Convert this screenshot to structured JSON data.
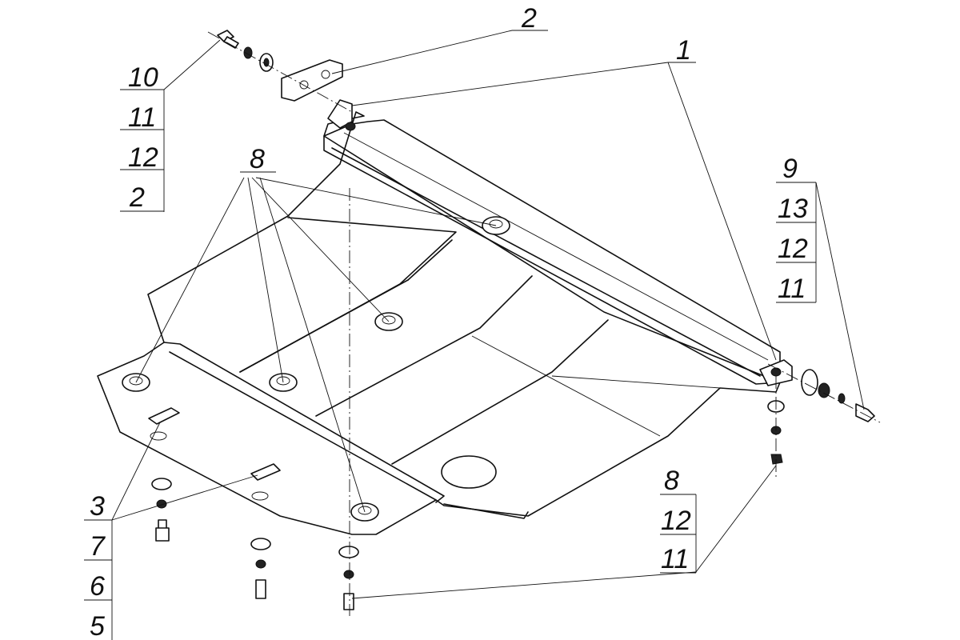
{
  "callouts": {
    "top_left": [
      "10",
      "11",
      "12",
      "2"
    ],
    "top_center": "2",
    "top_right": "1",
    "plate_studs": "8",
    "right_bolt": [
      "9",
      "13",
      "12",
      "11"
    ],
    "bottom_right": [
      "8",
      "12",
      "11"
    ],
    "bottom_left": [
      "3",
      "7",
      "6",
      "5"
    ]
  }
}
